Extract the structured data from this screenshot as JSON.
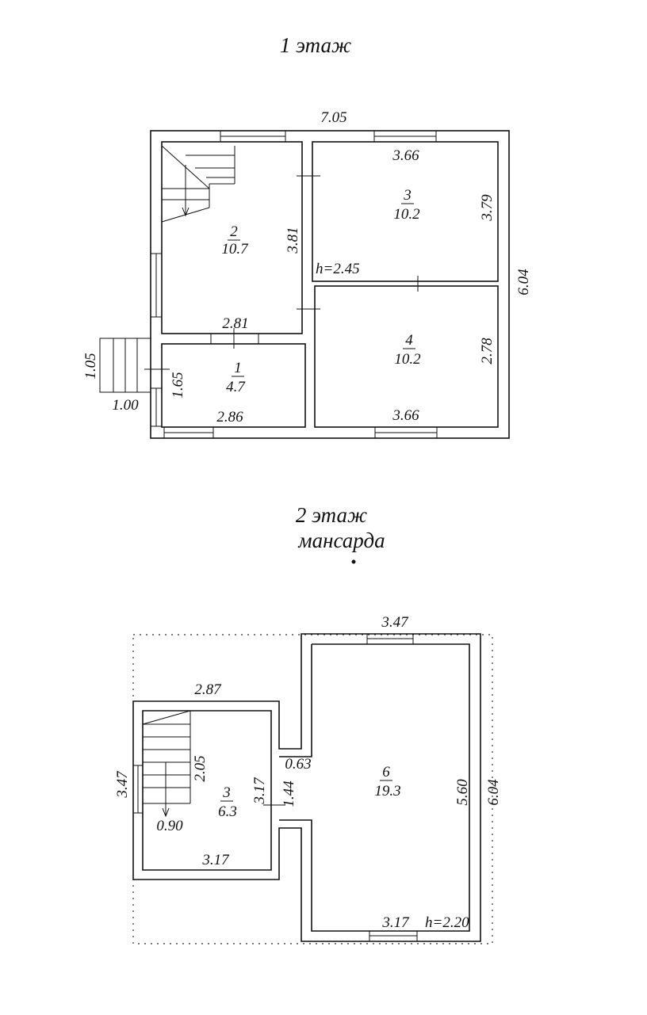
{
  "floor1": {
    "title": "1 этаж",
    "total_width": "7.05",
    "total_depth": "6.04",
    "ceiling_height": "h=2.45",
    "porch": {
      "depth": "1.05",
      "width": "1.00"
    },
    "rooms": [
      {
        "number": "1",
        "area": "4.7",
        "width": "2.86",
        "depth": "1.65"
      },
      {
        "number": "2",
        "area": "10.7",
        "width": "2.81",
        "depth": "3.81"
      },
      {
        "number": "3",
        "area": "10.2",
        "width": "3.66",
        "depth": "3.79"
      },
      {
        "number": "4",
        "area": "10.2",
        "width": "3.66",
        "depth": "2.78"
      }
    ]
  },
  "floor2": {
    "title_line1": "2 этаж",
    "title_line2": "мансарда",
    "total_depth": "6.04",
    "ceiling_height": "h=2.20",
    "left_block": {
      "width": "2.87",
      "depth": "3.47"
    },
    "top_width": "3.47",
    "passage": {
      "offset": "0.63",
      "width": "1.44"
    },
    "stair": {
      "length": "2.05",
      "width": "0.90"
    },
    "rooms": [
      {
        "number": "3",
        "area": "6.3",
        "width": "3.17",
        "depth": "3.17"
      },
      {
        "number": "6",
        "area": "19.3",
        "width": "3.17",
        "depth": "5.60"
      }
    ]
  }
}
